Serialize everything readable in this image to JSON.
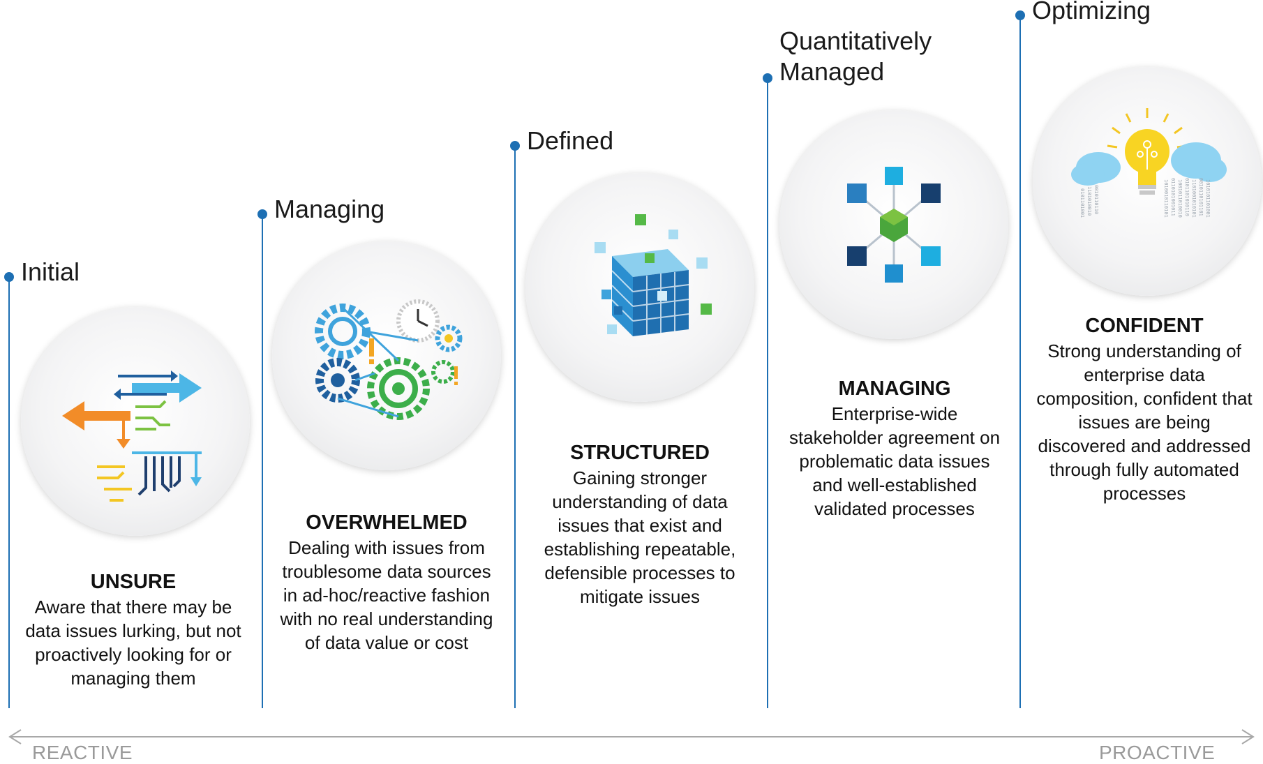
{
  "stages": [
    {
      "name": "Initial",
      "icon": "circuit-arrows-icon",
      "heading": "UNSURE",
      "body": "Aware that there may be data issues lurking, but not proactively looking for or managing them"
    },
    {
      "name": "Managing",
      "icon": "gears-clock-icon",
      "heading": "OVERWHELMED",
      "body": "Dealing with issues from troublesome data sources in ad-hoc/reactive fashion with no real understanding of data value or cost"
    },
    {
      "name": "Defined",
      "icon": "data-cube-icon",
      "heading": "STRUCTURED",
      "body": "Gaining stronger understanding of data issues that exist and establishing repeatable, defensible processes to mitigate issues"
    },
    {
      "name": "Quantitatively Managed",
      "icon": "network-hub-icon",
      "heading": "MANAGING",
      "body": "Enterprise-wide stakeholder agreement on problematic data issues and well-established validated processes"
    },
    {
      "name": "Optimizing",
      "icon": "cloud-lightbulb-icon",
      "heading": "CONFIDENT",
      "body": "Strong understanding of enterprise data composition, confident that issues are being discovered and addressed through fully automated processes"
    }
  ],
  "axis": {
    "left_label": "REACTIVE",
    "right_label": "PROACTIVE"
  },
  "colors": {
    "accent_blue": "#1d6fb3",
    "axis_gray": "#9a9a9a"
  }
}
